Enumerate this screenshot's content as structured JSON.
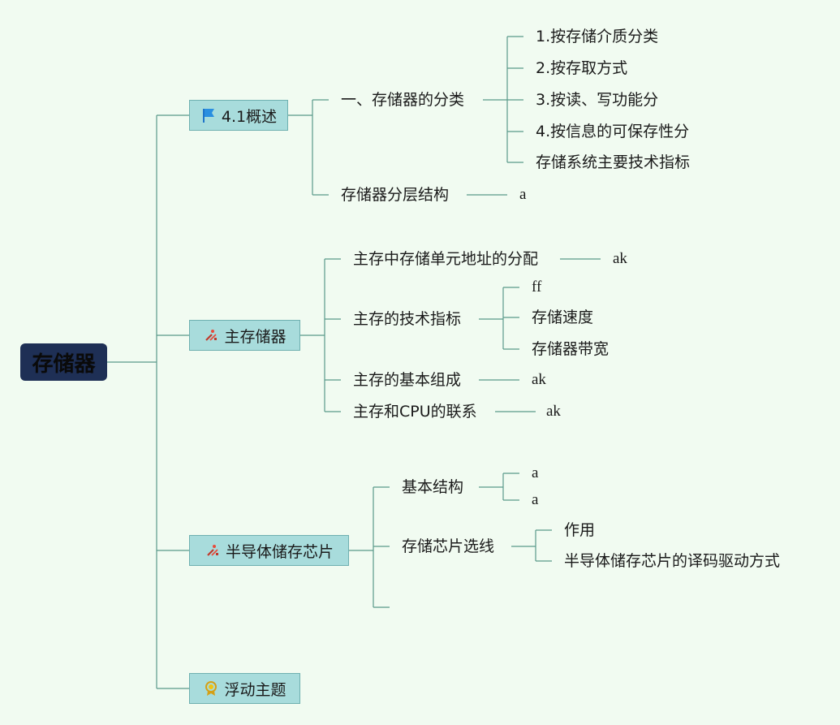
{
  "root": "存储器",
  "branches": [
    {
      "label": "4.1概述",
      "icon": "flag-icon"
    },
    {
      "label": "主存储器",
      "icon": "tools-icon"
    },
    {
      "label": "半导体储存芯片",
      "icon": "tools-icon"
    },
    {
      "label": "浮动主题",
      "icon": "award-icon"
    }
  ],
  "b1": {
    "c1": "一、存储器的分类",
    "c1_items": [
      "1.按存储介质分类",
      "2.按存取方式",
      "3.按读、写功能分",
      "4.按信息的可保存性分",
      "存储系统主要技术指标"
    ],
    "c2": "存储器分层结构",
    "c2_leaf": "a"
  },
  "b2": {
    "c1": "主存中存储单元地址的分配",
    "c1_leaf": "ak",
    "c2": "主存的技术指标",
    "c2_items": [
      "ff",
      "存储速度",
      "存储器带宽"
    ],
    "c3": "主存的基本组成",
    "c3_leaf": "ak",
    "c4": "主存和CPU的联系",
    "c4_leaf": "ak"
  },
  "b3": {
    "c1": "基本结构",
    "c1_items": [
      "a",
      "a"
    ],
    "c2": "存储芯片选线",
    "c2_items": [
      "作用",
      "半导体储存芯片的译码驱动方式"
    ]
  },
  "colors": {
    "background": "#f1fbf1",
    "root": "#1e2f55",
    "node": "#a8dcdc",
    "line": "#5a9a8a"
  }
}
